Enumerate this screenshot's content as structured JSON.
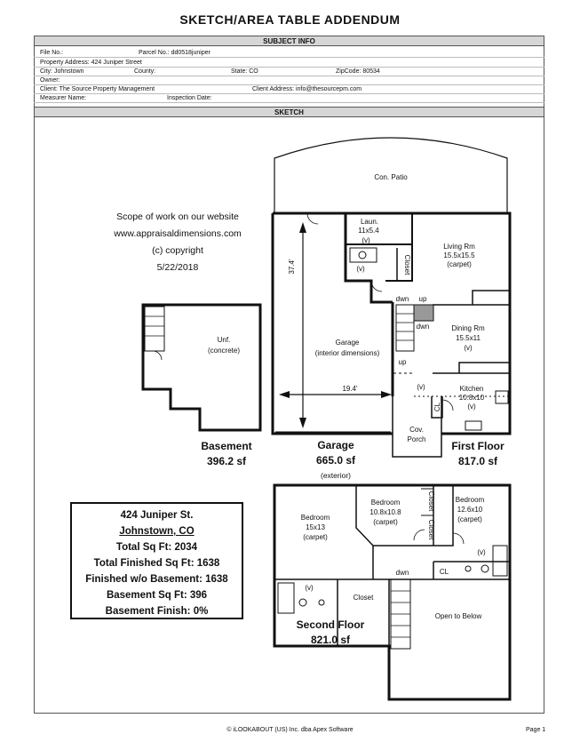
{
  "title": "SKETCH/AREA TABLE ADDENDUM",
  "subject": {
    "header": "SUBJECT INFO",
    "file_no_label": "File No.:",
    "parcel_label": "Parcel No.:",
    "parcel_value": "dd0518juniper",
    "address_label": "Property Address:",
    "address_value": "424 Juniper Street",
    "city_label": "City:",
    "city_value": "Johnstown",
    "county_label": "County:",
    "state_label": "State:",
    "state_value": "CO",
    "zip_label": "ZipCode:",
    "zip_value": "80534",
    "owner_label": "Owner:",
    "client_label": "Client:",
    "client_value": "The Source Property Management",
    "client_address_label": "Client Address:",
    "client_address_value": "info@thesourcepm.com",
    "measurer_label": "Measurer Name:",
    "inspection_label": "Inspection Date:"
  },
  "sketch": {
    "header": "SKETCH",
    "scope_lines": [
      "Scope of work on our website",
      "www.appraisaldimensions.com",
      "(c) copyright",
      "5/22/2018"
    ],
    "rooms": {
      "patio": "Con. Patio",
      "laundry": "Laun.",
      "laundry_dim": "11x5.4",
      "v": "(v)",
      "closet": "Closet",
      "living": "Living Rm",
      "living_dim": "15.5x15.5",
      "carpet": "(carpet)",
      "dwn": "dwn",
      "up": "up",
      "dining": "Dining Rm",
      "dining_dim": "15.5x11",
      "garage": "Garage",
      "garage_note": "(interior dimensions)",
      "garage_depth": "37.4'",
      "garage_width": "19.4'",
      "kitchen": "Kitchen",
      "kitchen_dim": "10.8x10",
      "cl": "CL",
      "porch": "Cov.",
      "porch2": "Porch",
      "unf": "Unf.",
      "concrete": "(concrete)",
      "bed1": "Bedroom",
      "bed1_dim": "15x13",
      "bed2_dim": "10.8x10.8",
      "bed3_dim": "12.6x10",
      "open": "Open to Below"
    },
    "floors": {
      "basement_name": "Basement",
      "basement_area": "396.2 sf",
      "garage_name": "Garage",
      "garage_area": "665.0 sf",
      "garage_note": "(exterior)",
      "first_name": "First Floor",
      "first_area": "817.0 sf",
      "second_name": "Second Floor",
      "second_area": "821.0 sf"
    },
    "summary": {
      "street": "424 Juniper St.",
      "city": "Johnstown, CO",
      "total": "Total Sq Ft: 2034",
      "finished": "Total Finished Sq Ft: 1638",
      "finished_wo": "Finished w/o Basement: 1638",
      "basement": "Basement Sq Ft: 396",
      "basement_finish": "Basement Finish: 0%"
    }
  },
  "footer": {
    "left": "© iLOOKABOUT (US) Inc. dba Apex Software",
    "right": "Page 1"
  }
}
